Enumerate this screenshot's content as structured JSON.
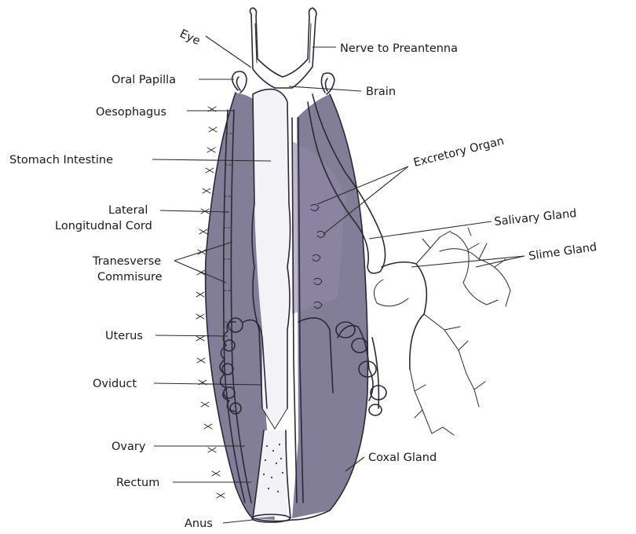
{
  "labels": {
    "eye": "Eye",
    "nerve_to_preantenna": "Nerve to Preantenna",
    "oral_papilla": "Oral Papilla",
    "brain": "Brain",
    "oesophagus": "Oesophagus",
    "stomach_intestine": "Stomach Intestine",
    "excretory_organ": "Excretory Organ",
    "lateral": "Lateral",
    "longitudnal_cord": "Longitudnal Cord",
    "salivary_gland": "Salivary Gland",
    "slime_gland": "Slime Gland",
    "tranesverse": "Tranesverse",
    "commisure": "Commisure",
    "uterus": "Uterus",
    "oviduct": "Oviduct",
    "ovary": "Ovary",
    "coxal_gland": "Coxal Gland",
    "rectum": "Rectum",
    "anus": "Anus"
  },
  "colors": {
    "ink": "#2b2838",
    "shading": "#6d6785",
    "background": "#ffffff"
  }
}
